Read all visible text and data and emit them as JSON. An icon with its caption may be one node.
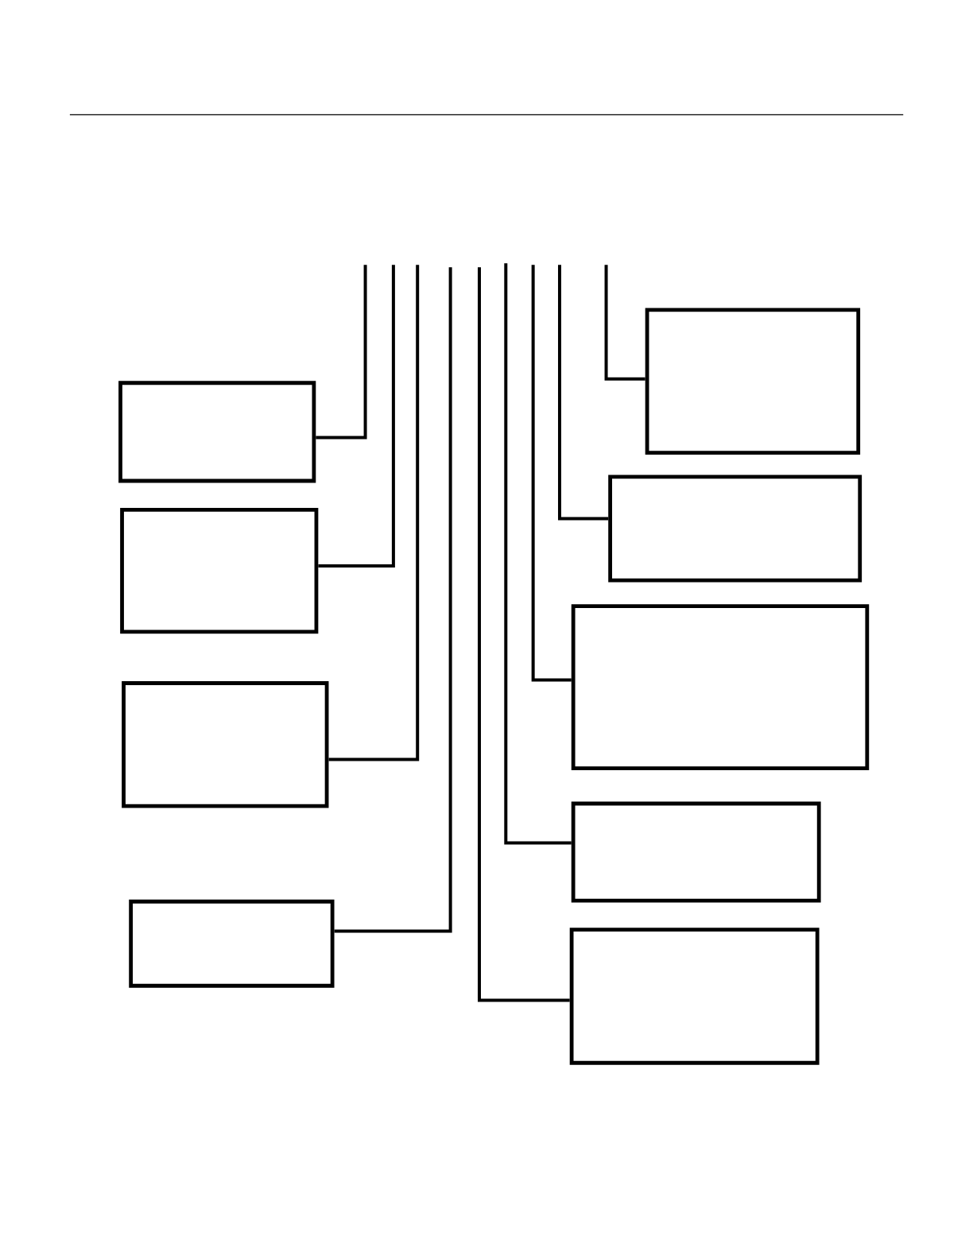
{
  "diagram": {
    "nodes": [
      {
        "text": [],
        "shape": "box"
      },
      {
        "text": [],
        "shape": "box"
      },
      {
        "text": [],
        "shape": "box"
      },
      {
        "text": [],
        "shape": "box"
      },
      {
        "text": [],
        "shape": "box"
      },
      {
        "text": [],
        "shape": "box"
      },
      {
        "text": [],
        "shape": "box"
      },
      {
        "text": [],
        "shape": "box"
      },
      {
        "text": [],
        "shape": "box"
      }
    ],
    "edges": [
      {
        "from": 0,
        "to": null,
        "arrow": "none"
      },
      {
        "from": 1,
        "to": null,
        "arrow": "none"
      },
      {
        "from": 2,
        "to": null,
        "arrow": "none"
      },
      {
        "from": 3,
        "to": null,
        "arrow": "none"
      },
      {
        "from": 4,
        "to": null,
        "arrow": "none"
      },
      {
        "from": 5,
        "to": null,
        "arrow": "none"
      },
      {
        "from": 6,
        "to": null,
        "arrow": "none"
      },
      {
        "from": 7,
        "to": null,
        "arrow": "none"
      },
      {
        "from": 8,
        "to": null,
        "arrow": "none"
      }
    ]
  }
}
